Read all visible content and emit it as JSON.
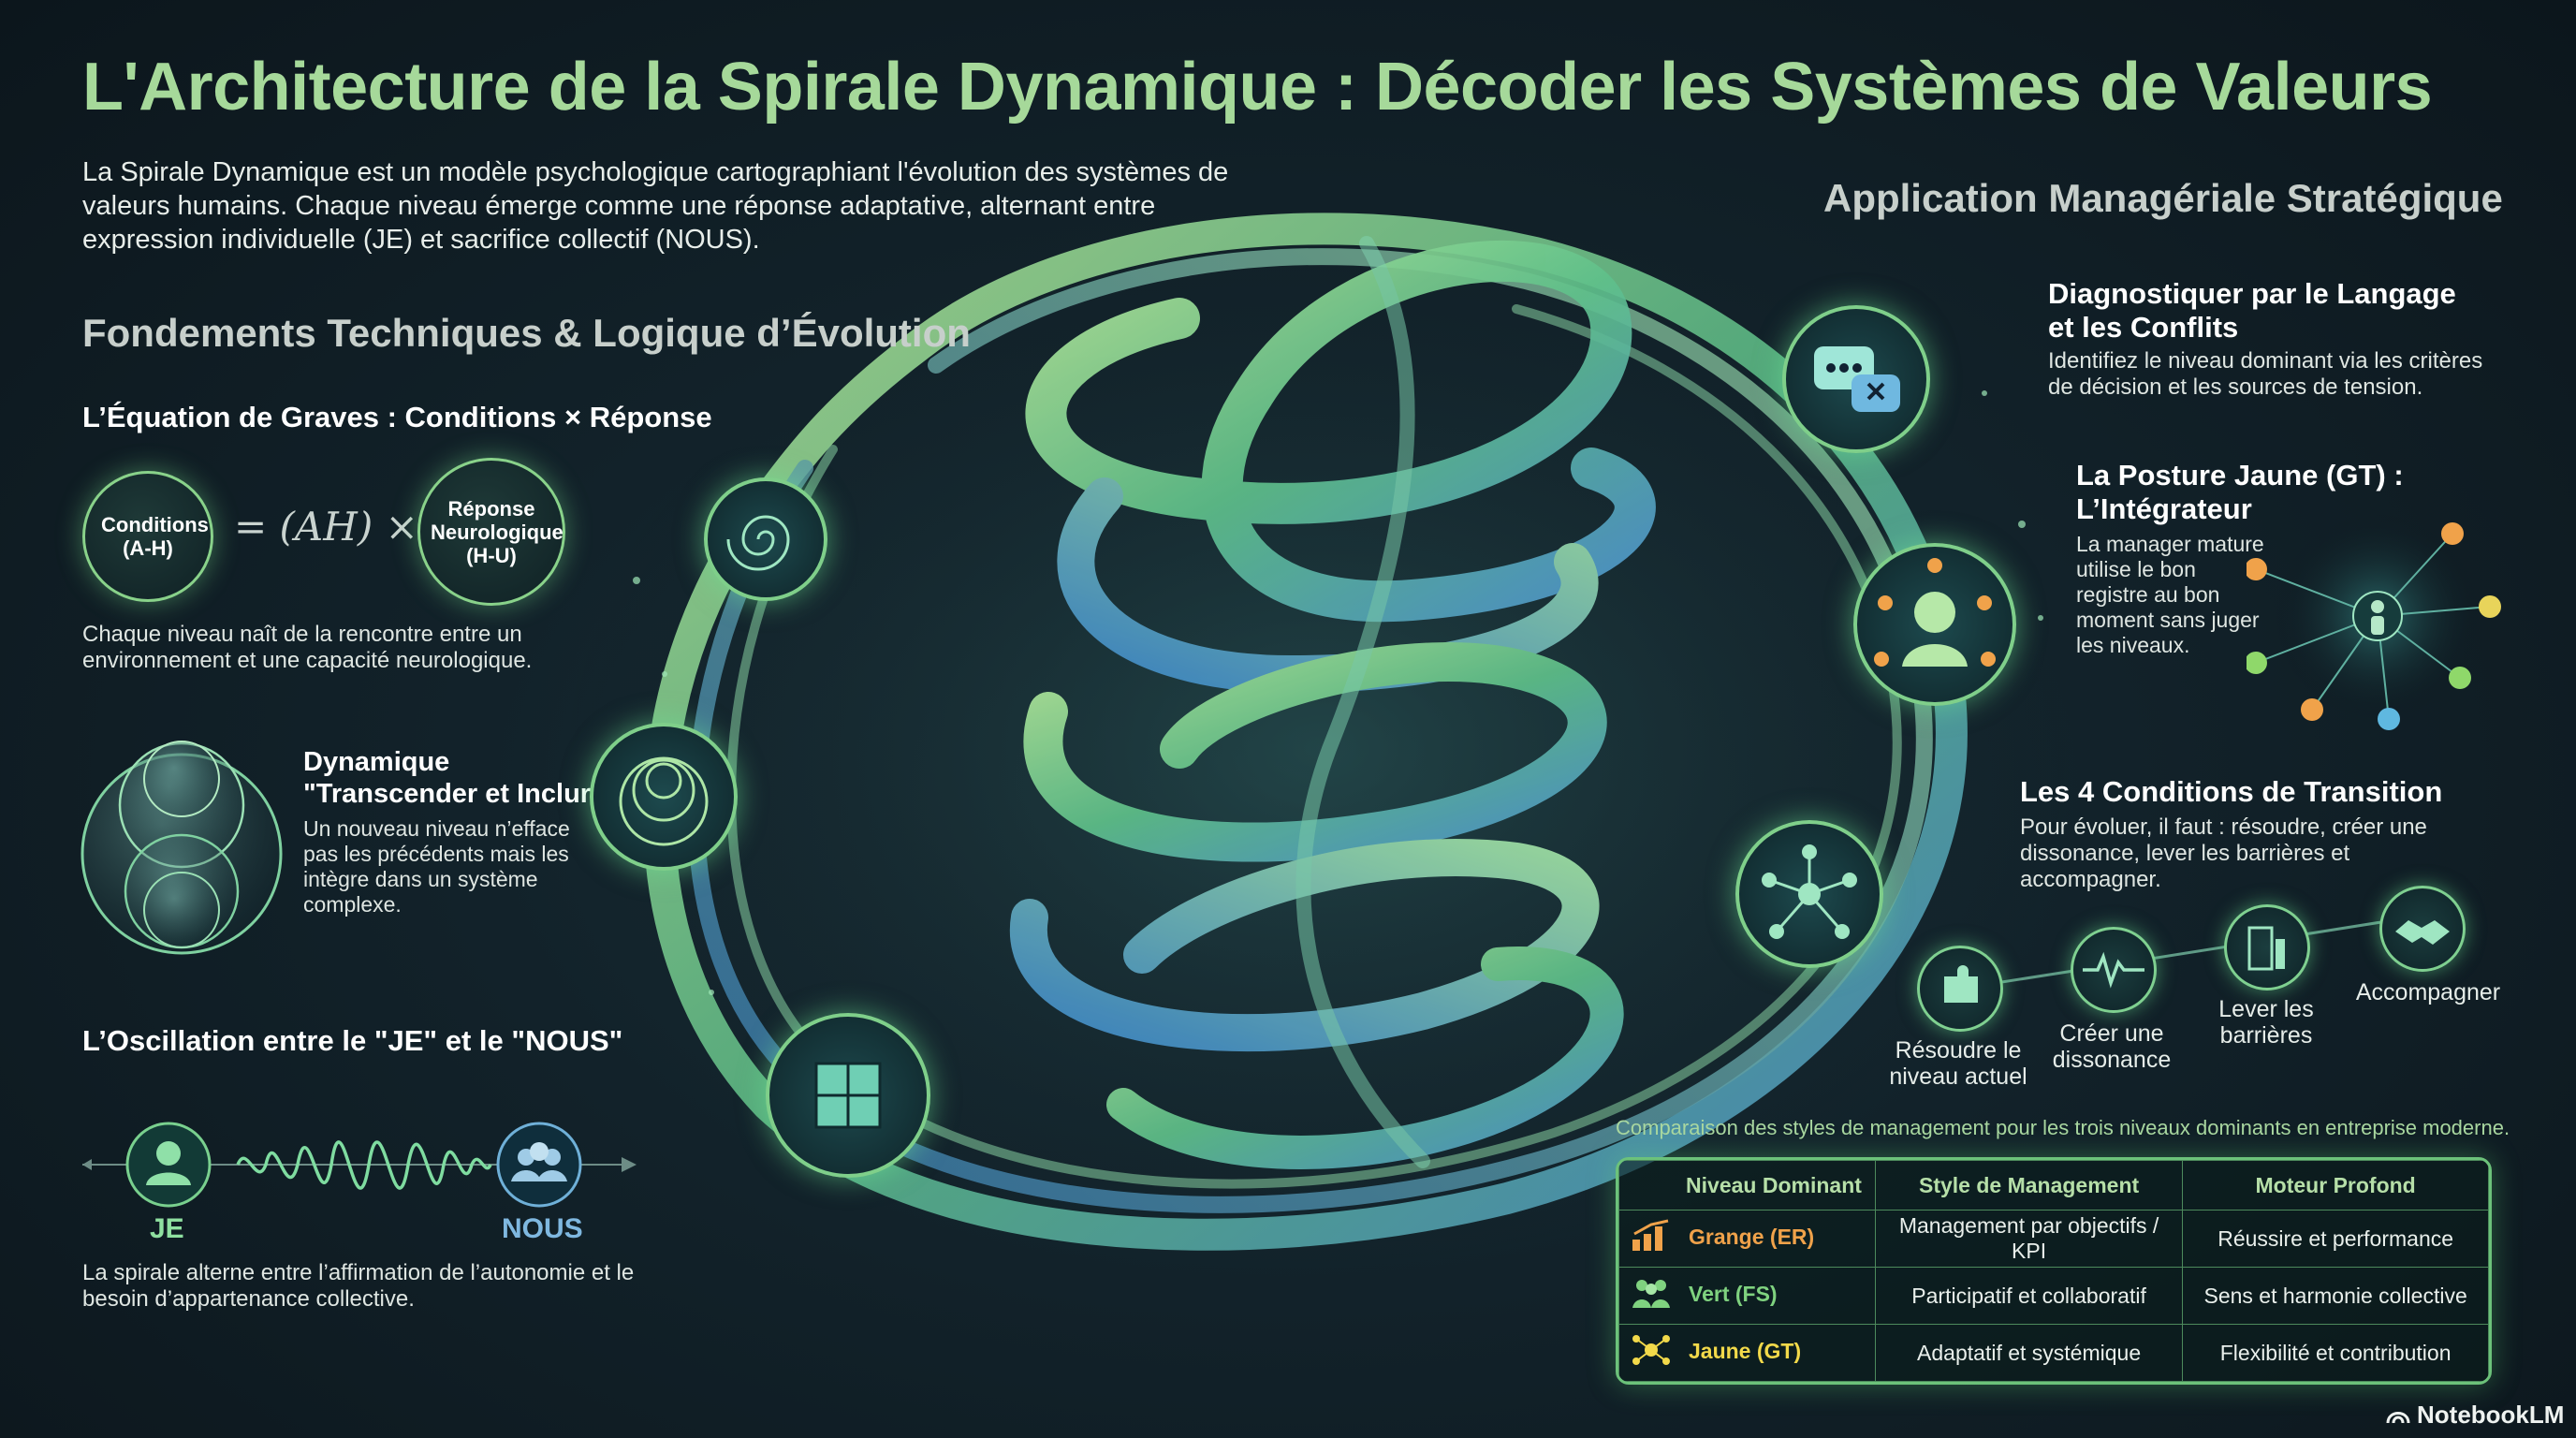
{
  "header": {
    "title": "L'Architecture de la Spirale Dynamique : Décoder les Systèmes de Valeurs",
    "intro": "La Spirale Dynamique est un modèle psychologique cartographiant l'évolution des systèmes de valeurs humains. Chaque niveau émerge comme une réponse adaptative, alternant entre expression individuelle (JE) et sacrifice collectif (NOUS)."
  },
  "left": {
    "section_title": "Fondements Techniques & Logique d’Évolution",
    "equation": {
      "heading": "L’Équation de Graves : Conditions × Réponse",
      "conditions": "Conditions (A-H)",
      "middle": "= (AH) ×",
      "response": "Réponse Neurologique (H-U)",
      "caption": "Chaque niveau naît de la rencontre entre un environnement et une capacité neurologique."
    },
    "dynamic": {
      "heading_line1": "Dynamique",
      "heading_line2": "\"Transcender et Inclure\"",
      "text": "Un nouveau niveau n’efface pas les précédents mais les intègre dans un système complexe."
    },
    "oscillation": {
      "heading": "L’Oscillation entre le \"JE\" et le \"NOUS\"",
      "je": "JE",
      "nous": "NOUS",
      "caption": "La spirale alterne entre l’affirmation de l’autonomie et le besoin d’appartenance collective."
    }
  },
  "right": {
    "section_title": "Application Managériale Stratégique",
    "diagnostic": {
      "heading": "Diagnostiquer par le Langage et les Conflits",
      "text": "Identifiez le niveau dominant via les critères de décision et les sources de tension."
    },
    "posture": {
      "heading": "La Posture Jaune (GT) : L’Intégrateur",
      "text": "La manager mature utilise le bon registre au bon moment sans juger les niveaux."
    },
    "conditions": {
      "heading": "Les 4 Conditions de Transition",
      "text": "Pour évoluer, il faut : résoudre, créer une dissonance, lever les barrières et accompagner.",
      "steps": [
        "Résoudre le niveau actuel",
        "Créer une dissonance",
        "Lever les barrières",
        "Accompagner"
      ]
    },
    "table": {
      "caption": "Comparaison des styles de management pour les trois niveaux dominants en entreprise moderne.",
      "headers": [
        "Niveau Dominant",
        "Style de Management",
        "Moteur Profond"
      ],
      "rows": [
        {
          "niveau": "Grange (ER)",
          "style": "Management par objectifs / KPI",
          "moteur": "Réussire et performance",
          "color": "#f0a24a"
        },
        {
          "niveau": "Vert (FS)",
          "style": "Participatif et collaboratif",
          "moteur": "Sens et harmonie collective",
          "color": "#7fd27f"
        },
        {
          "niveau": "Jaune (GT)",
          "style": "Adaptatif et systémique",
          "moteur": "Flexibilité et contribution",
          "color": "#f2d94a"
        }
      ]
    }
  },
  "brand": "NotebookLM",
  "colors": {
    "title": "#a6d99a",
    "accent_green": "#7fcf8a",
    "accent_blue": "#5fa8d8",
    "orange": "#f0a24a",
    "yellow": "#f2d94a"
  }
}
